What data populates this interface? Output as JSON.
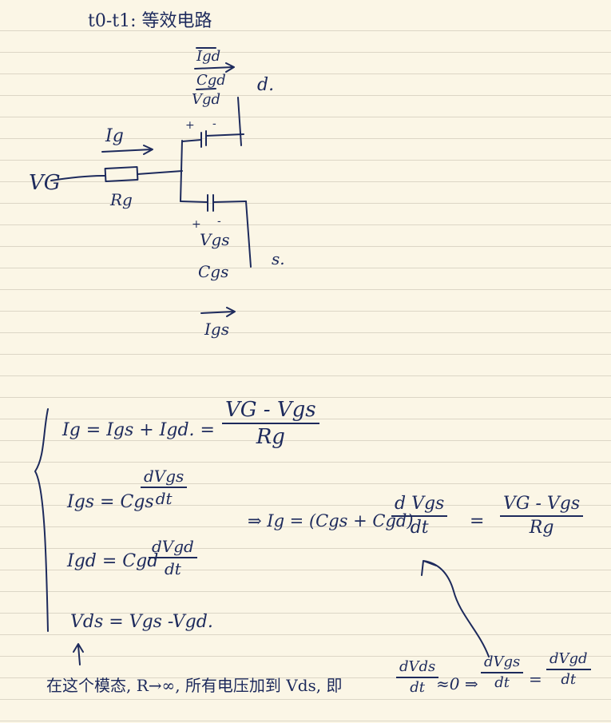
{
  "title": "t0-t1: 等效电路",
  "circuit": {
    "source_label": "VG",
    "resistor_label": "Rg",
    "gate_current_label": "Ig",
    "gd_current_label": "Igd",
    "gd_cap_label": "Cgd",
    "gd_voltage_label": "Vgd",
    "drain_label": "d.",
    "gs_voltage_label": "Vgs",
    "gs_cap_label": "Cgs",
    "source_node_label": "s.",
    "gs_current_label": "Igs",
    "plus_sign": "+",
    "minus_sign": "-"
  },
  "equations": {
    "eq1_lhs": "Ig = Igs + Igd. =",
    "eq1_num": "VG - Vgs",
    "eq1_den": "Rg",
    "eq2_lhs": "Igs = Cgs",
    "eq2_num": "dVgs",
    "eq2_den": "dt",
    "eq3_lhs": "Igd = Cgd",
    "eq3_num": "dVgd",
    "eq3_den": "dt",
    "eq4": "Vds = Vgs  -Vgd.",
    "result_lhs": "⇒ Ig = (Cgs + Cgd)",
    "result_num": "d Vgs",
    "result_den": "dt",
    "result_eq": "=",
    "result_rhs_num": "VG - Vgs",
    "result_rhs_den": "Rg"
  },
  "note": {
    "text": "在这个模态, R→∞, 所有电压加到 Vds, 即",
    "frac1_num": "dVds",
    "frac1_den": "dt",
    "mid": "≈0 ⇒",
    "frac2_num": "dVgs",
    "frac2_den": "dt",
    "eq": "=",
    "frac3_num": "dVgd",
    "frac3_den": "dt"
  }
}
